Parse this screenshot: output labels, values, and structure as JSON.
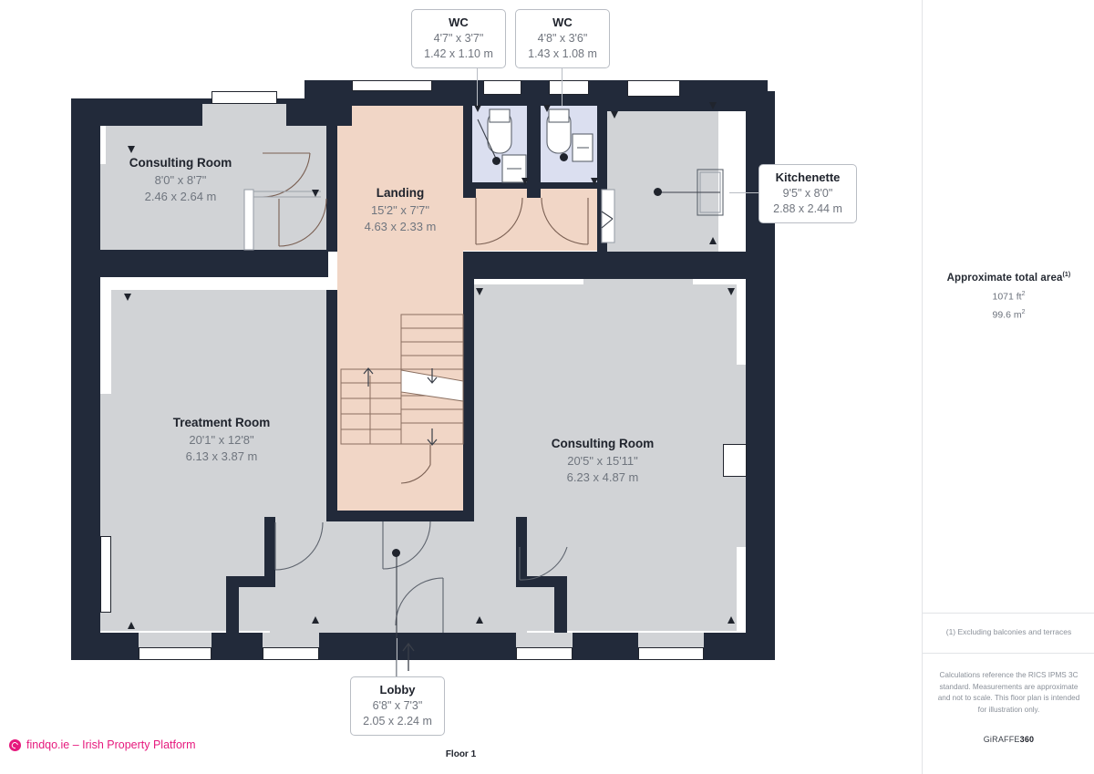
{
  "document": {
    "type": "floor-plan",
    "floor_label": "Floor 1"
  },
  "brand": {
    "name": "findqo.ie – Irish Property Platform",
    "logo_icon": "findqo-circle-logo-icon",
    "color": "#e6197d"
  },
  "panel": {
    "area_title": "Approximate total area",
    "area_footnote_marker": "(1)",
    "area_sqft": "1071 ft",
    "area_sqft_sup": "2",
    "area_sqm": "99.6 m",
    "area_sqm_sup": "2",
    "footnote": "(1) Excluding balconies and terraces",
    "disclaimer": "Calculations reference the RICS IPMS 3C standard. Measurements are approximate and not to scale. This floor plan is intended for illustration only.",
    "provider_prefix": "GiRAFFE",
    "provider_suffix": "360"
  },
  "rooms": [
    {
      "id": "consulting-room-top-left",
      "name": "Consulting Room",
      "dim_imperial": "8'0\" x 8'7\"",
      "dim_metric": "2.46 x 2.64 m",
      "floor_color": "#d1d3d6",
      "label_placement": "inside"
    },
    {
      "id": "landing",
      "name": "Landing",
      "dim_imperial": "15'2\" x 7'7\"",
      "dim_metric": "4.63 x 2.33 m",
      "floor_color": "#f1d6c6",
      "label_placement": "inside"
    },
    {
      "id": "wc-left",
      "name": "WC",
      "dim_imperial": "4'7\" x 3'7\"",
      "dim_metric": "1.42 x 1.10 m",
      "floor_color": "#dbdff0",
      "label_placement": "callout"
    },
    {
      "id": "wc-right",
      "name": "WC",
      "dim_imperial": "4'8\" x 3'6\"",
      "dim_metric": "1.43 x 1.08 m",
      "floor_color": "#dbdff0",
      "label_placement": "callout"
    },
    {
      "id": "kitchenette",
      "name": "Kitchenette",
      "dim_imperial": "9'5\" x 8'0\"",
      "dim_metric": "2.88 x 2.44 m",
      "floor_color": "#d1d3d6",
      "label_placement": "callout"
    },
    {
      "id": "treatment-room",
      "name": "Treatment Room",
      "dim_imperial": "20'1\" x 12'8\"",
      "dim_metric": "6.13 x 3.87 m",
      "floor_color": "#d1d3d6",
      "label_placement": "inside"
    },
    {
      "id": "consulting-room-right",
      "name": "Consulting Room",
      "dim_imperial": "20'5\" x 15'11\"",
      "dim_metric": "6.23 x 4.87 m",
      "floor_color": "#d1d3d6",
      "label_placement": "inside"
    },
    {
      "id": "lobby",
      "name": "Lobby",
      "dim_imperial": "6'8\" x 7'3\"",
      "dim_metric": "2.05 x 2.24 m",
      "floor_color": "#d1d3d6",
      "label_placement": "callout"
    }
  ],
  "colors": {
    "wall": "#222a3a",
    "room_fill": "#d1d3d6",
    "landing_fill": "#f1d6c6",
    "wc_fill": "#dbdff0",
    "text_dark": "#20242d",
    "text_muted": "#6f757e",
    "callout_border": "#b9bdc4"
  }
}
